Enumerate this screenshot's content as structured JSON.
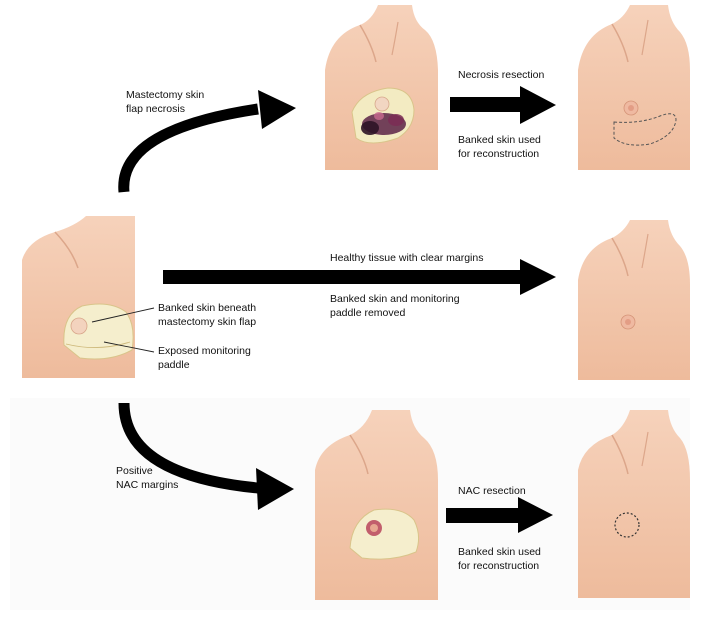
{
  "labels": {
    "top_left": "Mastectomy skin\nflap necrosis",
    "top_right_title": "Necrosis resection",
    "top_right_sub": "Banked skin used\nfor reconstruction",
    "middle_title": "Healthy tissue with clear margins",
    "middle_sub": "Banked skin and monitoring\npaddle removed",
    "banked_skin": "Banked skin beneath\nmastectomy skin flap",
    "monitoring_paddle": "Exposed monitoring\npaddle",
    "bottom_left": "Positive\nNAC margins",
    "bottom_right_title": "NAC resection",
    "bottom_right_sub": "Banked skin used\nfor reconstruction"
  },
  "colors": {
    "skin": "#f3c9ae",
    "skin_shadow": "#e3a98c",
    "paddle": "#f4ecc9",
    "arrow": "#000000",
    "necrosis": "#4a1f3a",
    "nipple": "#e8a791"
  }
}
